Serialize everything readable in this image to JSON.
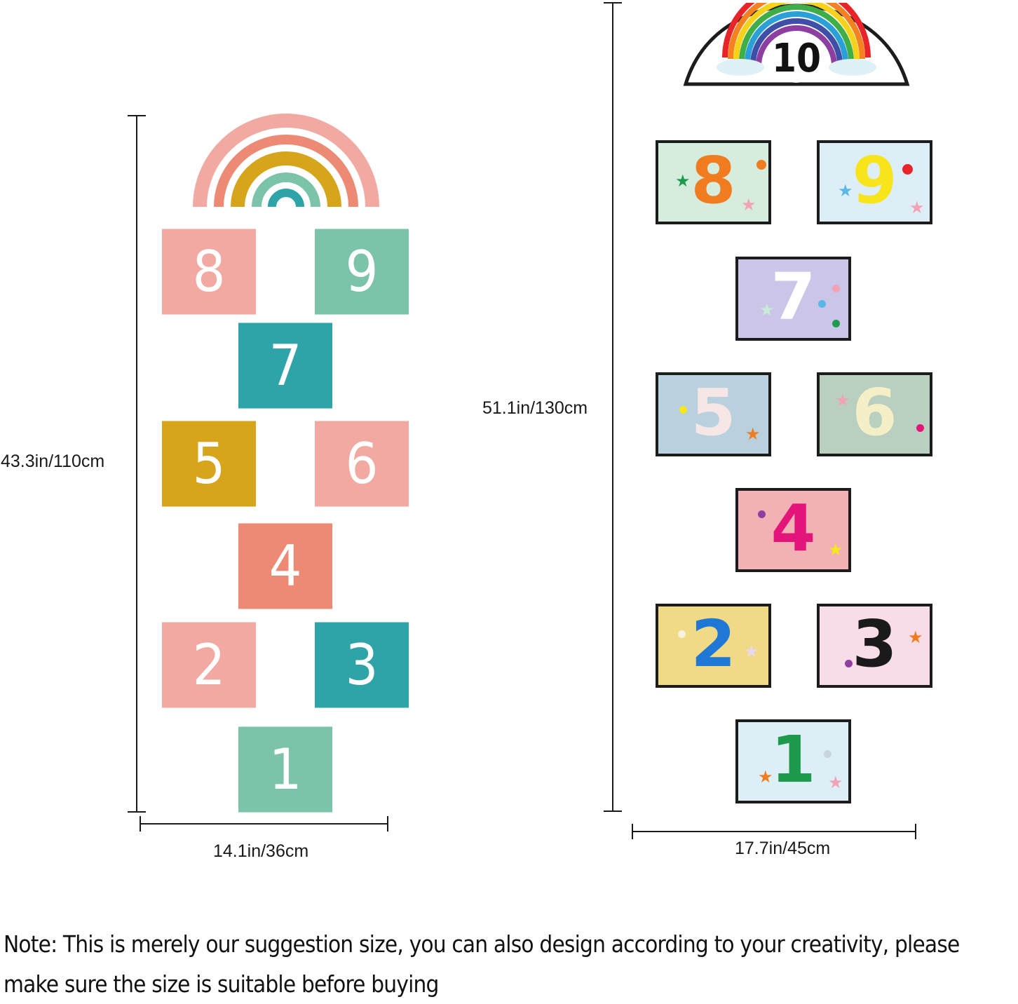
{
  "left": {
    "height_label": "43.3in/110cm",
    "width_label": "14.1in/36cm",
    "tiles": [
      {
        "num": "8",
        "color": "#f2a9a1"
      },
      {
        "num": "9",
        "color": "#7cc4a9"
      },
      {
        "num": "7",
        "color": "#2fa4a8"
      },
      {
        "num": "5",
        "color": "#d6a51c"
      },
      {
        "num": "6",
        "color": "#f2a9a1"
      },
      {
        "num": "4",
        "color": "#ec8a73"
      },
      {
        "num": "2",
        "color": "#f2a9a1"
      },
      {
        "num": "3",
        "color": "#2fa4a8"
      },
      {
        "num": "1",
        "color": "#7cc4a9"
      }
    ]
  },
  "right": {
    "height_label": "51.1in/130cm",
    "width_label": "17.7in/45cm",
    "top_number": "10",
    "tiles": [
      {
        "num": "8",
        "bg": "#d6ecdc",
        "fg": "#f07c1f"
      },
      {
        "num": "9",
        "bg": "#ddeef7",
        "fg": "#f7e41a"
      },
      {
        "num": "7",
        "bg": "#cbc5e8",
        "fg": "#ffffff"
      },
      {
        "num": "5",
        "bg": "#b9d0de",
        "fg": "#f6e6e6"
      },
      {
        "num": "6",
        "bg": "#b9cfc0",
        "fg": "#f5efc8"
      },
      {
        "num": "4",
        "bg": "#f2b1b4",
        "fg": "#e4157a"
      },
      {
        "num": "2",
        "bg": "#f1da86",
        "fg": "#1f78d6"
      },
      {
        "num": "3",
        "bg": "#f8dce8",
        "fg": "#1a1a1a"
      },
      {
        "num": "1",
        "bg": "#ddeff6",
        "fg": "#1e9a4c"
      }
    ]
  },
  "note": {
    "line1": "Note: This is merely our suggestion size, you can also design according to your creativity,  please",
    "line2": "make sure the size is suitable before buying"
  }
}
